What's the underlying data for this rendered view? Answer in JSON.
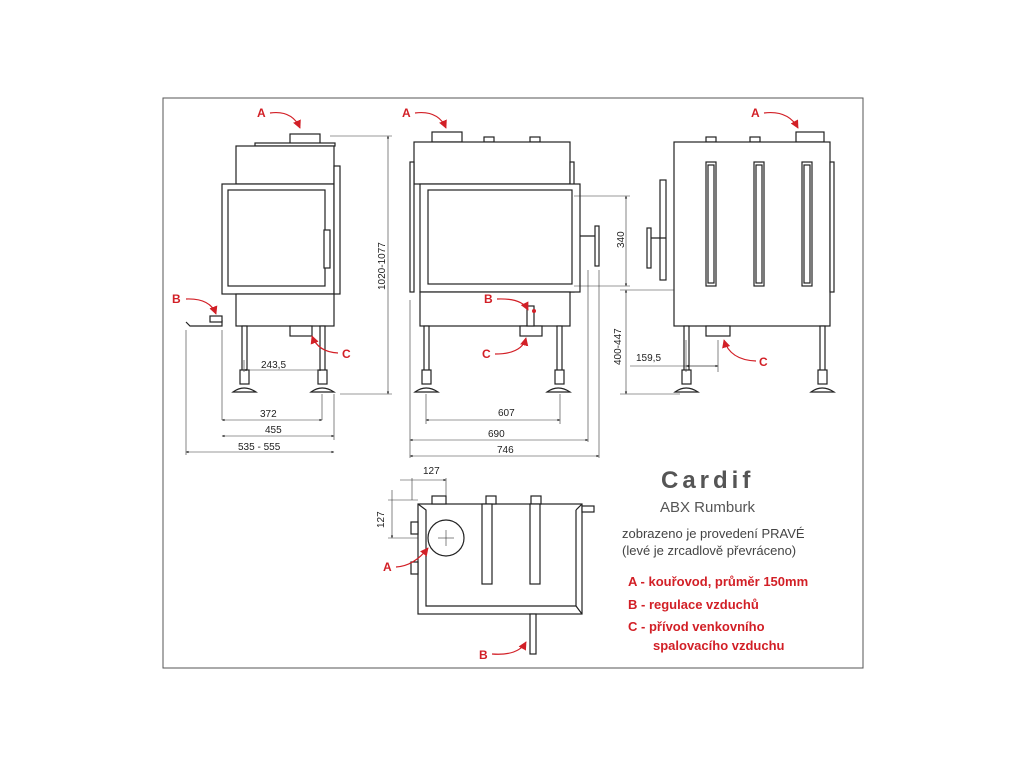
{
  "product": {
    "title": "Cardif",
    "subtitle": "ABX Rumburk",
    "note_line1": "zobrazeno je provedení PRAVÉ",
    "note_line2": "(levé je zrcadlově převráceno)"
  },
  "legend": [
    {
      "key": "A",
      "text": "kouřovod, průměr 150mm"
    },
    {
      "key": "B",
      "text": "regulace vzduchů"
    },
    {
      "key": "C",
      "text": "přívod venkovního"
    },
    {
      "key": "",
      "text": "spalovacího vzduchu"
    }
  ],
  "markers": {
    "a": "A",
    "b": "B",
    "c": "C"
  },
  "dimensions": {
    "height": "1020-1077",
    "leg_offset": "243,5",
    "side_depth_1": "372",
    "side_depth_2": "455",
    "side_depth_3": "535 - 555",
    "front_width_1": "607",
    "front_width_2": "690",
    "front_width_3": "746",
    "door_height": "340",
    "leg_height": "400-447",
    "back_offset": "159,5",
    "top_x": "127",
    "top_y": "127"
  },
  "colors": {
    "accent": "#d21f26",
    "line": "#222222"
  }
}
